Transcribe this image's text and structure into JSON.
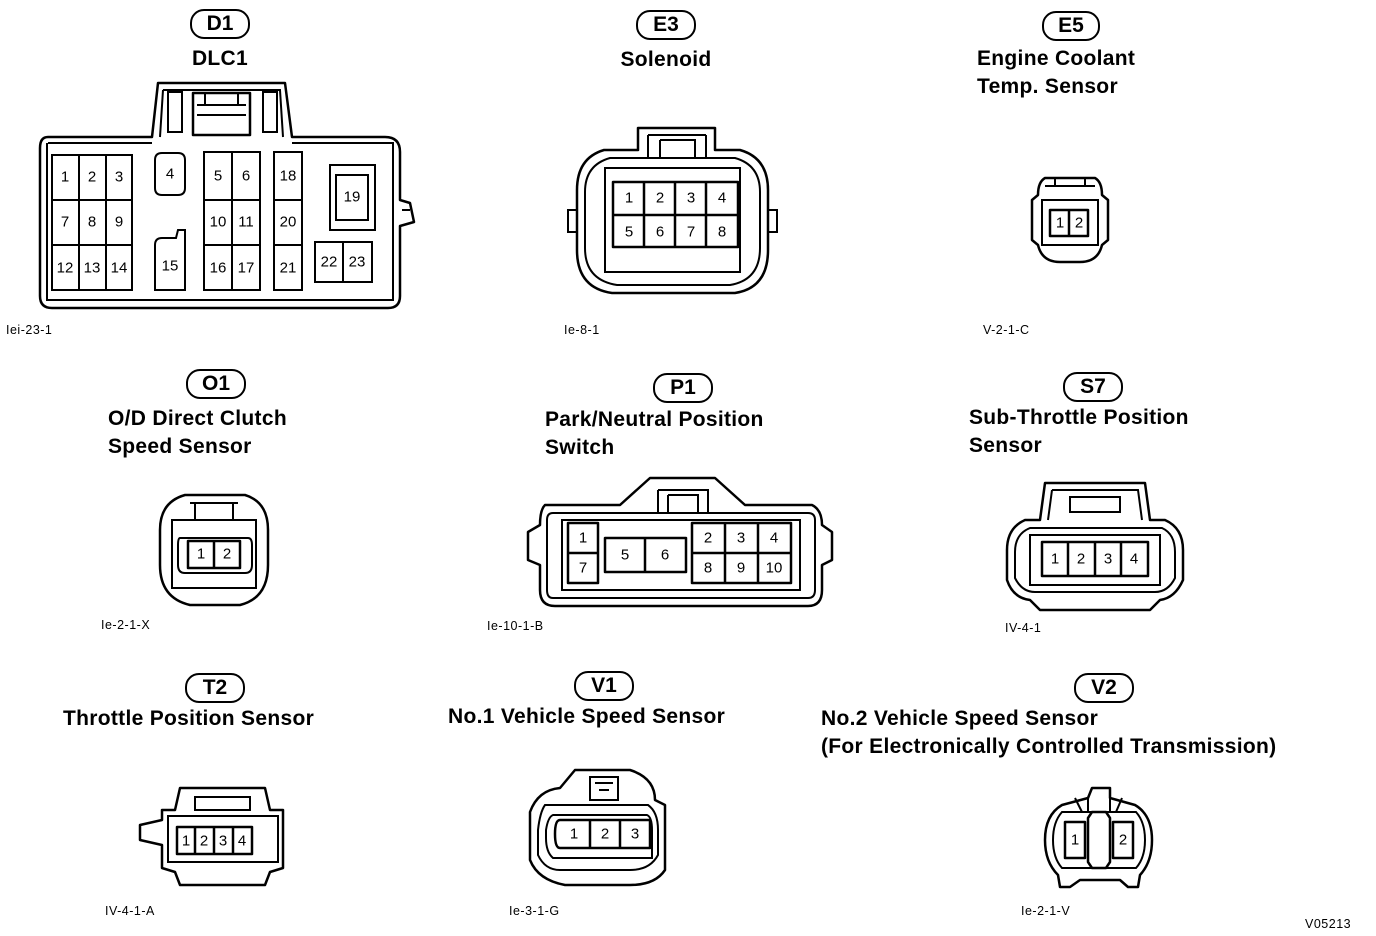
{
  "connectors": [
    {
      "code": "D1",
      "name": "DLC1",
      "ref": "Iei-23-1",
      "pins": [
        "1",
        "2",
        "3",
        "4",
        "5",
        "6",
        "18",
        "7",
        "8",
        "9",
        "10",
        "11",
        "20",
        "19",
        "12",
        "13",
        "14",
        "15",
        "16",
        "17",
        "21",
        "22",
        "23"
      ]
    },
    {
      "code": "E3",
      "name": "Solenoid",
      "ref": "Ie-8-1",
      "pins": [
        "1",
        "2",
        "3",
        "4",
        "5",
        "6",
        "7",
        "8"
      ]
    },
    {
      "code": "E5",
      "name_lines": [
        "Engine Coolant",
        "Temp. Sensor"
      ],
      "ref": "V-2-1-C",
      "pins": [
        "1",
        "2"
      ]
    },
    {
      "code": "O1",
      "name_lines": [
        "O/D Direct Clutch",
        "Speed Sensor"
      ],
      "ref": "Ie-2-1-X",
      "pins": [
        "1",
        "2"
      ]
    },
    {
      "code": "P1",
      "name_lines": [
        "Park/Neutral Position",
        "Switch"
      ],
      "ref": "Ie-10-1-B",
      "pins": [
        "1",
        "7",
        "5",
        "6",
        "2",
        "3",
        "4",
        "8",
        "9",
        "10"
      ]
    },
    {
      "code": "S7",
      "name_lines": [
        "Sub-Throttle Position",
        "Sensor"
      ],
      "ref": "IV-4-1",
      "pins": [
        "1",
        "2",
        "3",
        "4"
      ]
    },
    {
      "code": "T2",
      "name": "Throttle Position Sensor",
      "ref": "IV-4-1-A",
      "pins": [
        "1",
        "2",
        "3",
        "4"
      ]
    },
    {
      "code": "V1",
      "name": "No.1 Vehicle Speed Sensor",
      "ref": "Ie-3-1-G",
      "pins": [
        "1",
        "2",
        "3"
      ]
    },
    {
      "code": "V2",
      "name_lines": [
        "No.2 Vehicle Speed Sensor",
        "(For Electronically Controlled Transmission)"
      ],
      "ref": "Ie-2-1-V",
      "pins": [
        "1",
        "2"
      ]
    }
  ],
  "figure_id": "V05213"
}
